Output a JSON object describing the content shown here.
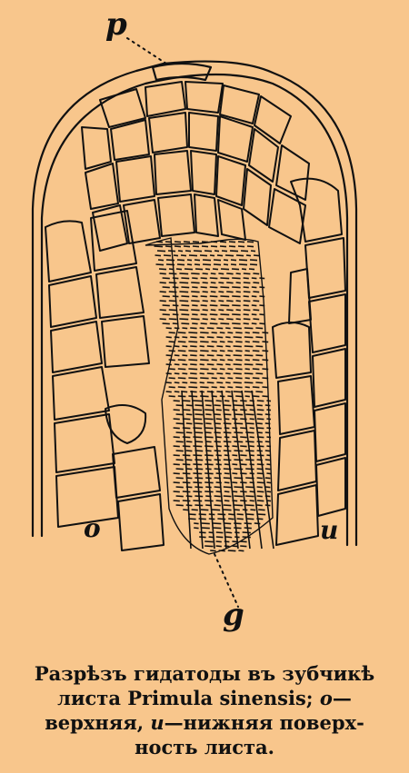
{
  "labels": {
    "pore": "p",
    "upper_side": "o",
    "lower_side": "u",
    "vessels": "g"
  },
  "caption": {
    "line1": "Разрѣзъ гидатоды въ зубчикѣ",
    "line2_start": "листа Primula sinensis;",
    "line2_italic": "о",
    "line2_end": "—",
    "line3_start": "верхняя,",
    "line3_italic": "и",
    "line3_end": "—нижняя поверх-",
    "line4": "ность листа."
  },
  "colors": {
    "background": "#f8c68c",
    "ink": "#111111"
  }
}
